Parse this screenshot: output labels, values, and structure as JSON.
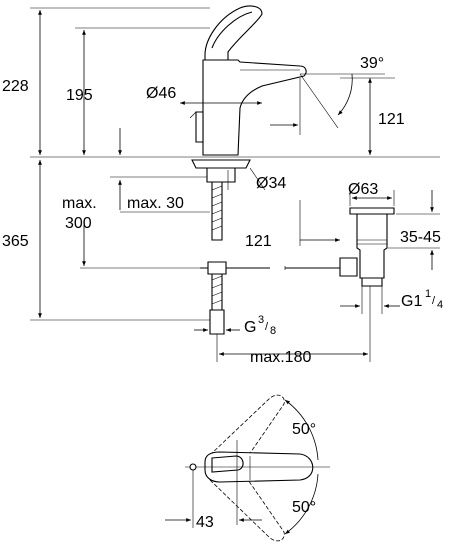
{
  "drawing": {
    "dimensions": {
      "total_height": "228",
      "spout_height": "195",
      "body_diameter": "Ø46",
      "spout_angle": "39°",
      "spout_reach": "121",
      "hole_diameter": "Ø34",
      "max_thickness_label": "max. 30",
      "max_below_label_1": "max.",
      "max_below_label_2": "300",
      "below_height": "365",
      "waste_diameter": "Ø63",
      "waste_reach": "121",
      "waste_range": "35-45",
      "waste_thread_main": "G1",
      "waste_thread_num": "1",
      "waste_thread_den": "4",
      "hose_thread_main": "G",
      "hose_thread_num": "3",
      "hose_thread_den": "8",
      "max_hose_reach": "max.180",
      "lever_angle_top": "50°",
      "lever_angle_bottom": "50°",
      "lever_offset": "43"
    }
  }
}
